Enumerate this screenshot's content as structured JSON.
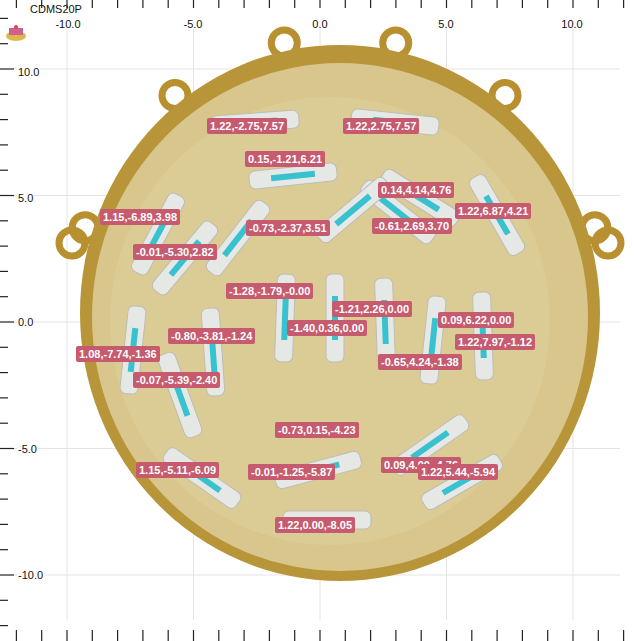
{
  "diagram": {
    "nodes": [
      {
        "text": [
          "1.22,-2.75,7.57"
        ]
      },
      {
        "text": [
          "1.22,2.75,7.57"
        ]
      },
      {
        "text": [
          "0.15,-1.21,6.21"
        ]
      },
      {
        "text": [
          "0.14,4.14,4.76"
        ]
      },
      {
        "text": [
          "1.22,6.87,4.21"
        ]
      },
      {
        "text": [
          "1.15,-6.89,3.98"
        ]
      },
      {
        "text": [
          "-0.61,2.69,3.70"
        ]
      },
      {
        "text": [
          "-0.73,-2.37,3.51"
        ]
      },
      {
        "text": [
          "-0.01,-5.30,2.82"
        ]
      },
      {
        "text": [
          "-1.28,-1.79,-0.00"
        ]
      },
      {
        "text": [
          "-1.21,2.26,0.00"
        ]
      },
      {
        "text": [
          "0.09,6.22,0.00"
        ]
      },
      {
        "text": [
          "-1.40,0.36,0.00"
        ]
      },
      {
        "text": [
          "-0.80,-3.81,-1.24"
        ]
      },
      {
        "text": [
          "1.22,7.97,-1.12"
        ]
      },
      {
        "text": [
          "1.08,-7.74,-1.36"
        ]
      },
      {
        "text": [
          "-0.65,4.24,-1.38"
        ]
      },
      {
        "text": [
          "-0.07,-5.39,-2.40"
        ]
      },
      {
        "text": [
          "-0.73,0.15,-4.23"
        ]
      },
      {
        "text": [
          "0.09,4.00,-4.76"
        ]
      },
      {
        "text": [
          "1.15,-5.11,-6.09"
        ]
      },
      {
        "text": [
          "-0.01,-1.25,-5.87"
        ]
      },
      {
        "text": [
          "1.22,5.44,-5.94"
        ]
      },
      {
        "text": [
          "1.22,0.00,-8.05"
        ]
      }
    ],
    "labels": [
      "CDMS20P",
      "-10.0",
      "-5.0",
      "0.0",
      "5.0",
      "10.0",
      "10.0",
      "5.0",
      "0.0",
      "-5.0",
      "-10.0"
    ]
  }
}
